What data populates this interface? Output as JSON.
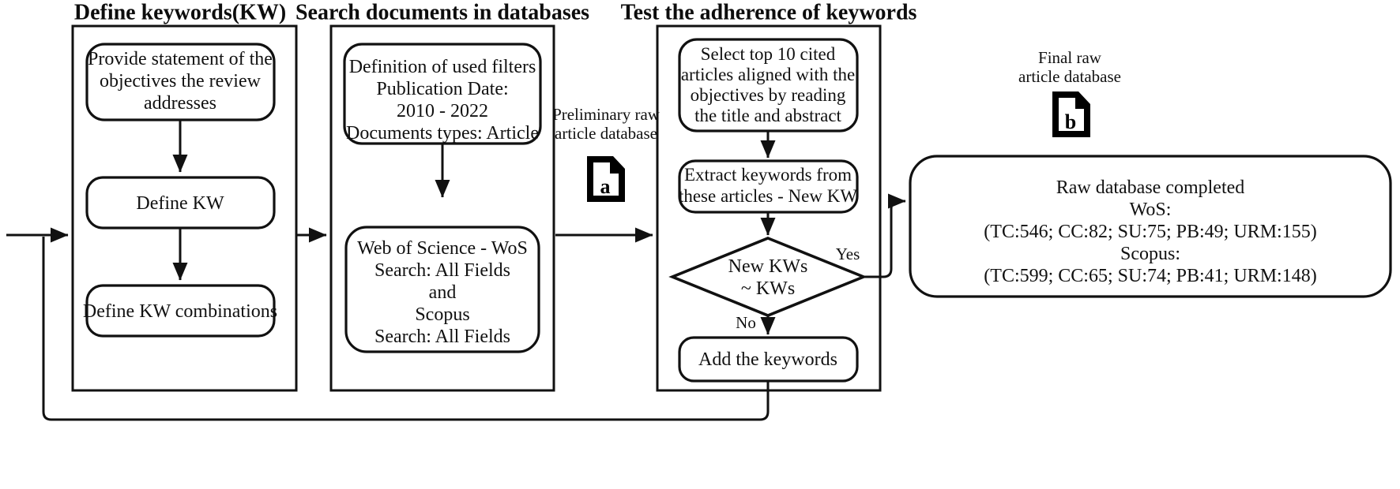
{
  "diagram": {
    "title": "Systematic review keyword definition and database search workflow",
    "stages": [
      {
        "id": "stage-1",
        "label": "Define keywords(KW)"
      },
      {
        "id": "stage-2",
        "label": "Search documents in databases"
      },
      {
        "id": "stage-3",
        "label": "Test the adherence of keywords"
      }
    ],
    "nodes": {
      "provide_statement": {
        "lines": [
          "Provide statement of the",
          "objectives the review",
          "addresses"
        ]
      },
      "define_kw": {
        "lines": [
          "Define KW"
        ]
      },
      "define_kw_combinations": {
        "lines": [
          "Define KW combinations"
        ]
      },
      "filters": {
        "lines": [
          "Definition of used filters",
          "Publication Date:",
          "2010 - 2022",
          "Documents types: Article"
        ]
      },
      "databases": {
        "lines": [
          "Web of Science - WoS",
          "Search: All Fields",
          "and",
          "Scopus",
          "Search: All Fields"
        ]
      },
      "select_top10": {
        "lines": [
          "Select top 10 cited",
          "articles aligned with the",
          "objectives by reading",
          "the title and abstract"
        ]
      },
      "extract_keywords": {
        "lines": [
          "Extract keywords from",
          "these articles - New KW"
        ]
      },
      "decision_new_kws": {
        "lines": [
          "New KWs",
          "~ KWs"
        ]
      },
      "add_keywords": {
        "lines": [
          "Add the keywords"
        ]
      },
      "raw_database_completed": {
        "lines": [
          "Raw database completed",
          "WoS:",
          "(TC:546; CC:82; SU:75; PB:49; URM:155)",
          "Scopus:",
          "(TC:599; CC:65; SU:74; PB:41; URM:148)"
        ]
      }
    },
    "edge_labels": {
      "yes": "Yes",
      "no": "No"
    },
    "artifacts": [
      {
        "id": "artifact-a",
        "caption_lines": [
          "Preliminary raw",
          "article database"
        ],
        "letter": "a"
      },
      {
        "id": "artifact-b",
        "caption_lines": [
          "Final raw",
          "article database"
        ],
        "letter": "b"
      }
    ],
    "colors": {
      "stroke": "#111111",
      "fill": "#ffffff",
      "text": "#111111"
    }
  }
}
